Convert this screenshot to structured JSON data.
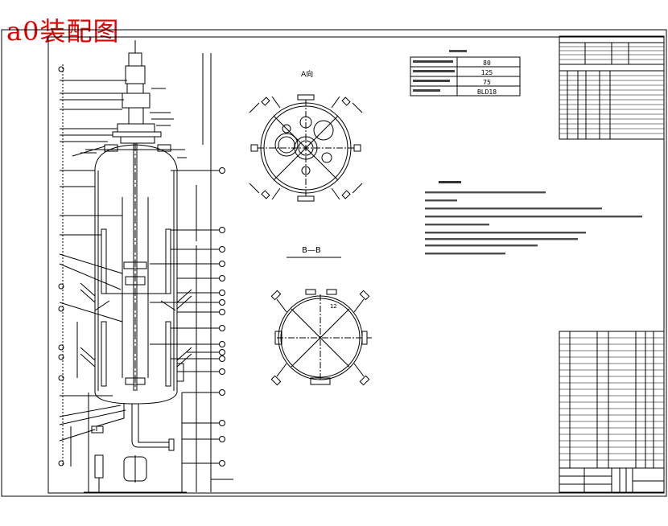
{
  "stamp": "a0装配图",
  "views": {
    "view_a": "A向",
    "section_b": "B—B"
  },
  "spec_table": {
    "values": [
      "80",
      "125",
      "75",
      "BLD18"
    ]
  },
  "nozzle_labels": [
    "12"
  ],
  "colors": {
    "stamp": "#e00000",
    "line": "#000000",
    "background": "#ffffff"
  }
}
